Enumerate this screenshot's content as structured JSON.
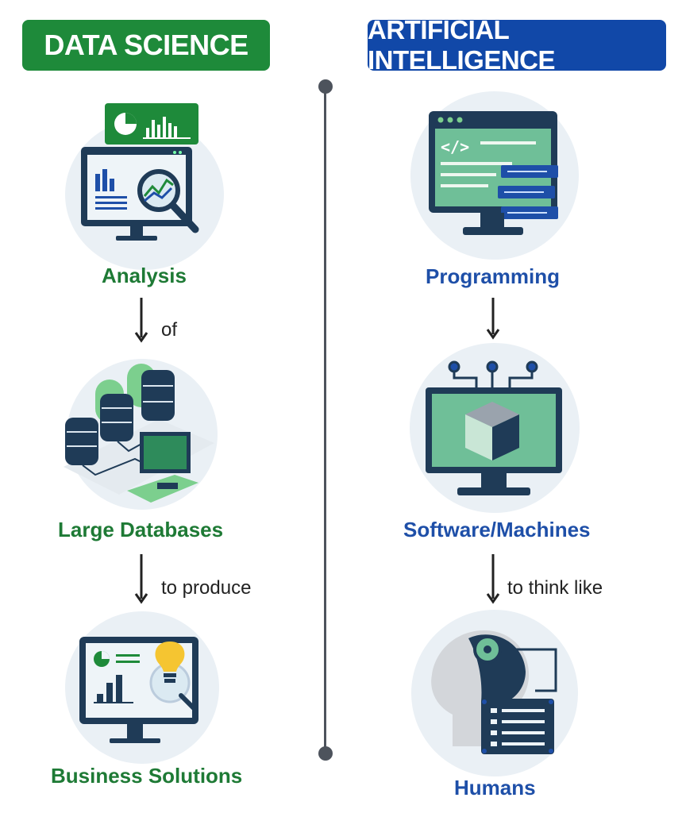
{
  "colors": {
    "data_science": "#1e8a3a",
    "artificial_intelligence": "#1148a8",
    "divider": "#4d535c",
    "circle_bg": "#eaf0f5"
  },
  "data_science": {
    "title": "DATA SCIENCE",
    "nodes": [
      "Analysis",
      "Large Databases",
      "Business Solutions"
    ],
    "connectors": [
      "of",
      "to produce"
    ],
    "icons": [
      "analytics-monitor-icon",
      "database-network-icon",
      "business-insight-icon"
    ]
  },
  "artificial_intelligence": {
    "title": "ARTIFICIAL INTELLIGENCE",
    "nodes": [
      "Programming",
      "Software/Machines",
      "Humans"
    ],
    "connectors": [
      "",
      "to think like"
    ],
    "icons": [
      "code-monitor-icon",
      "cube-monitor-icon",
      "human-brain-icon"
    ]
  }
}
